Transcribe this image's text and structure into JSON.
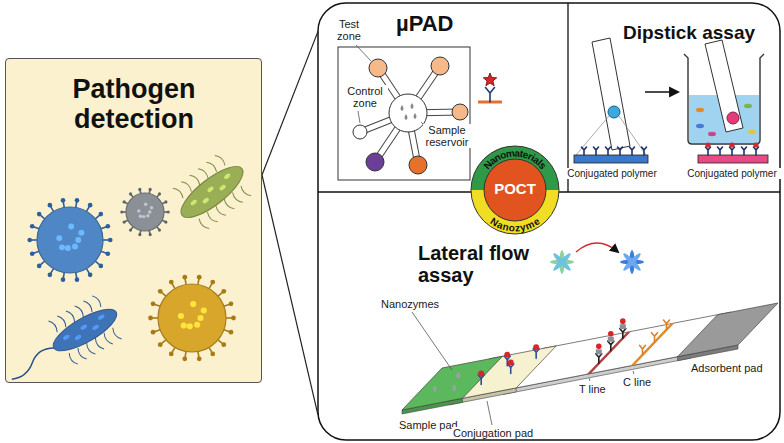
{
  "diagram": {
    "nodes": [
      {
        "text": [
          "Pathogen detection"
        ]
      },
      {
        "text": [
          "µPAD"
        ]
      },
      {
        "text": [
          "Dipstick assay"
        ]
      },
      {
        "text": [
          "Lateral flow assay"
        ]
      },
      {
        "text": [
          "Nanomaterials",
          "POCT",
          "Nanozyme"
        ]
      }
    ],
    "edges": [
      {
        "from": 0,
        "to": 1,
        "arrow": "none"
      },
      {
        "from": 0,
        "to": 3,
        "arrow": "none"
      }
    ],
    "labels": [
      "Test zone",
      "Control zone",
      "Sample reservoir",
      "Conjugated polymer",
      "Conjugated polymer",
      "Nanozymes",
      "Sample pad",
      "Conjugation pad",
      "T line",
      "C line",
      "Adsorbent pad"
    ]
  }
}
